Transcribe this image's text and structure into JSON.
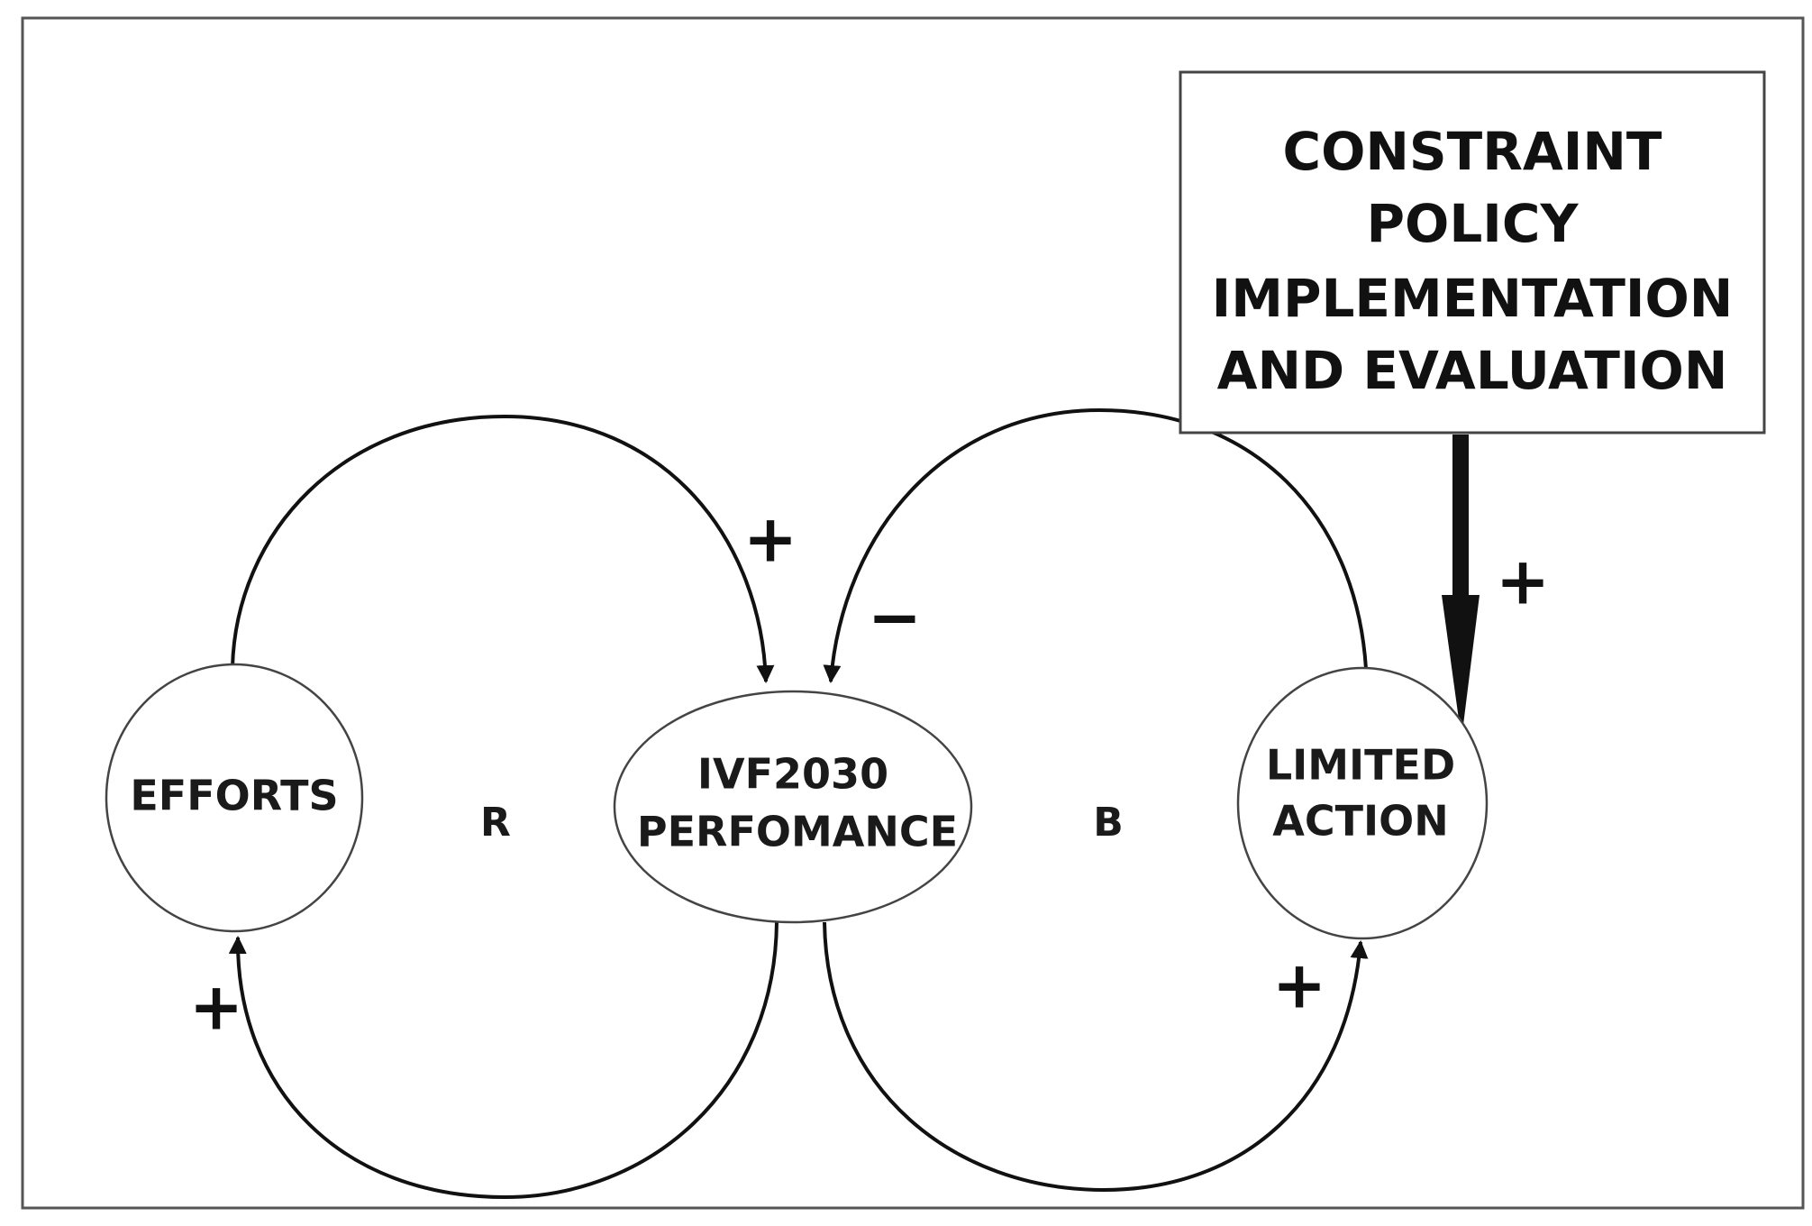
{
  "nodes": {
    "efforts": "EFFORTS",
    "performance_line1": "IVF2030",
    "performance_line2": "PERFOMANCE",
    "limited_line1": "LIMITED",
    "limited_line2": "ACTION"
  },
  "constraint_box": {
    "line1": "CONSTRAINT",
    "line2": "POLICY",
    "line3": "IMPLEMENTATION",
    "line4": "AND EVALUATION"
  },
  "loops": {
    "reinforcing": "R",
    "balancing": "B"
  },
  "polarities": {
    "efforts_to_performance": "+",
    "limited_to_performance": "−",
    "constraint_to_limited": "+",
    "performance_to_efforts": "+",
    "performance_to_limited": "+"
  },
  "colors": {
    "line": "#111111",
    "node_border": "#444444",
    "frame": "#555555"
  }
}
